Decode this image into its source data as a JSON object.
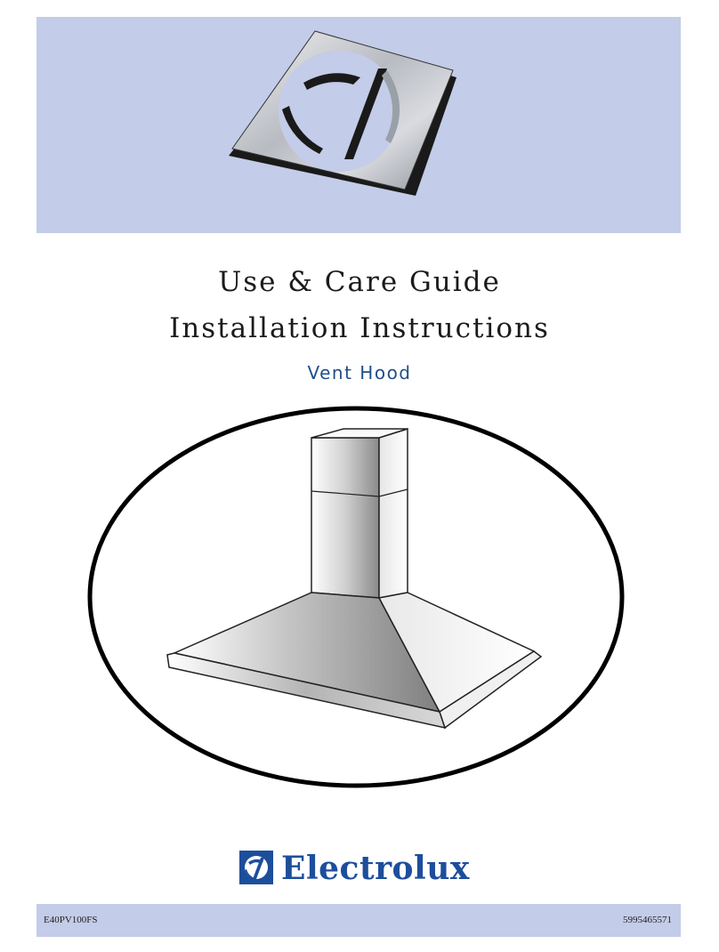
{
  "header": {
    "colors": {
      "band": "#c3cce8",
      "logo_plate": "#b9bcc2"
    },
    "logo": "electrolux-logo-emblem"
  },
  "document": {
    "title_line1": "Use & Care Guide",
    "title_line2": "Installation Instructions",
    "product_type": "Vent Hood"
  },
  "illustration": "vent-hood-drawing",
  "brand": {
    "icon": "electrolux-logo-icon",
    "name": "Electrolux",
    "color": "#1d4e9c"
  },
  "footer": {
    "model_number": "E40PV100FS",
    "part_number": "5995465571"
  }
}
